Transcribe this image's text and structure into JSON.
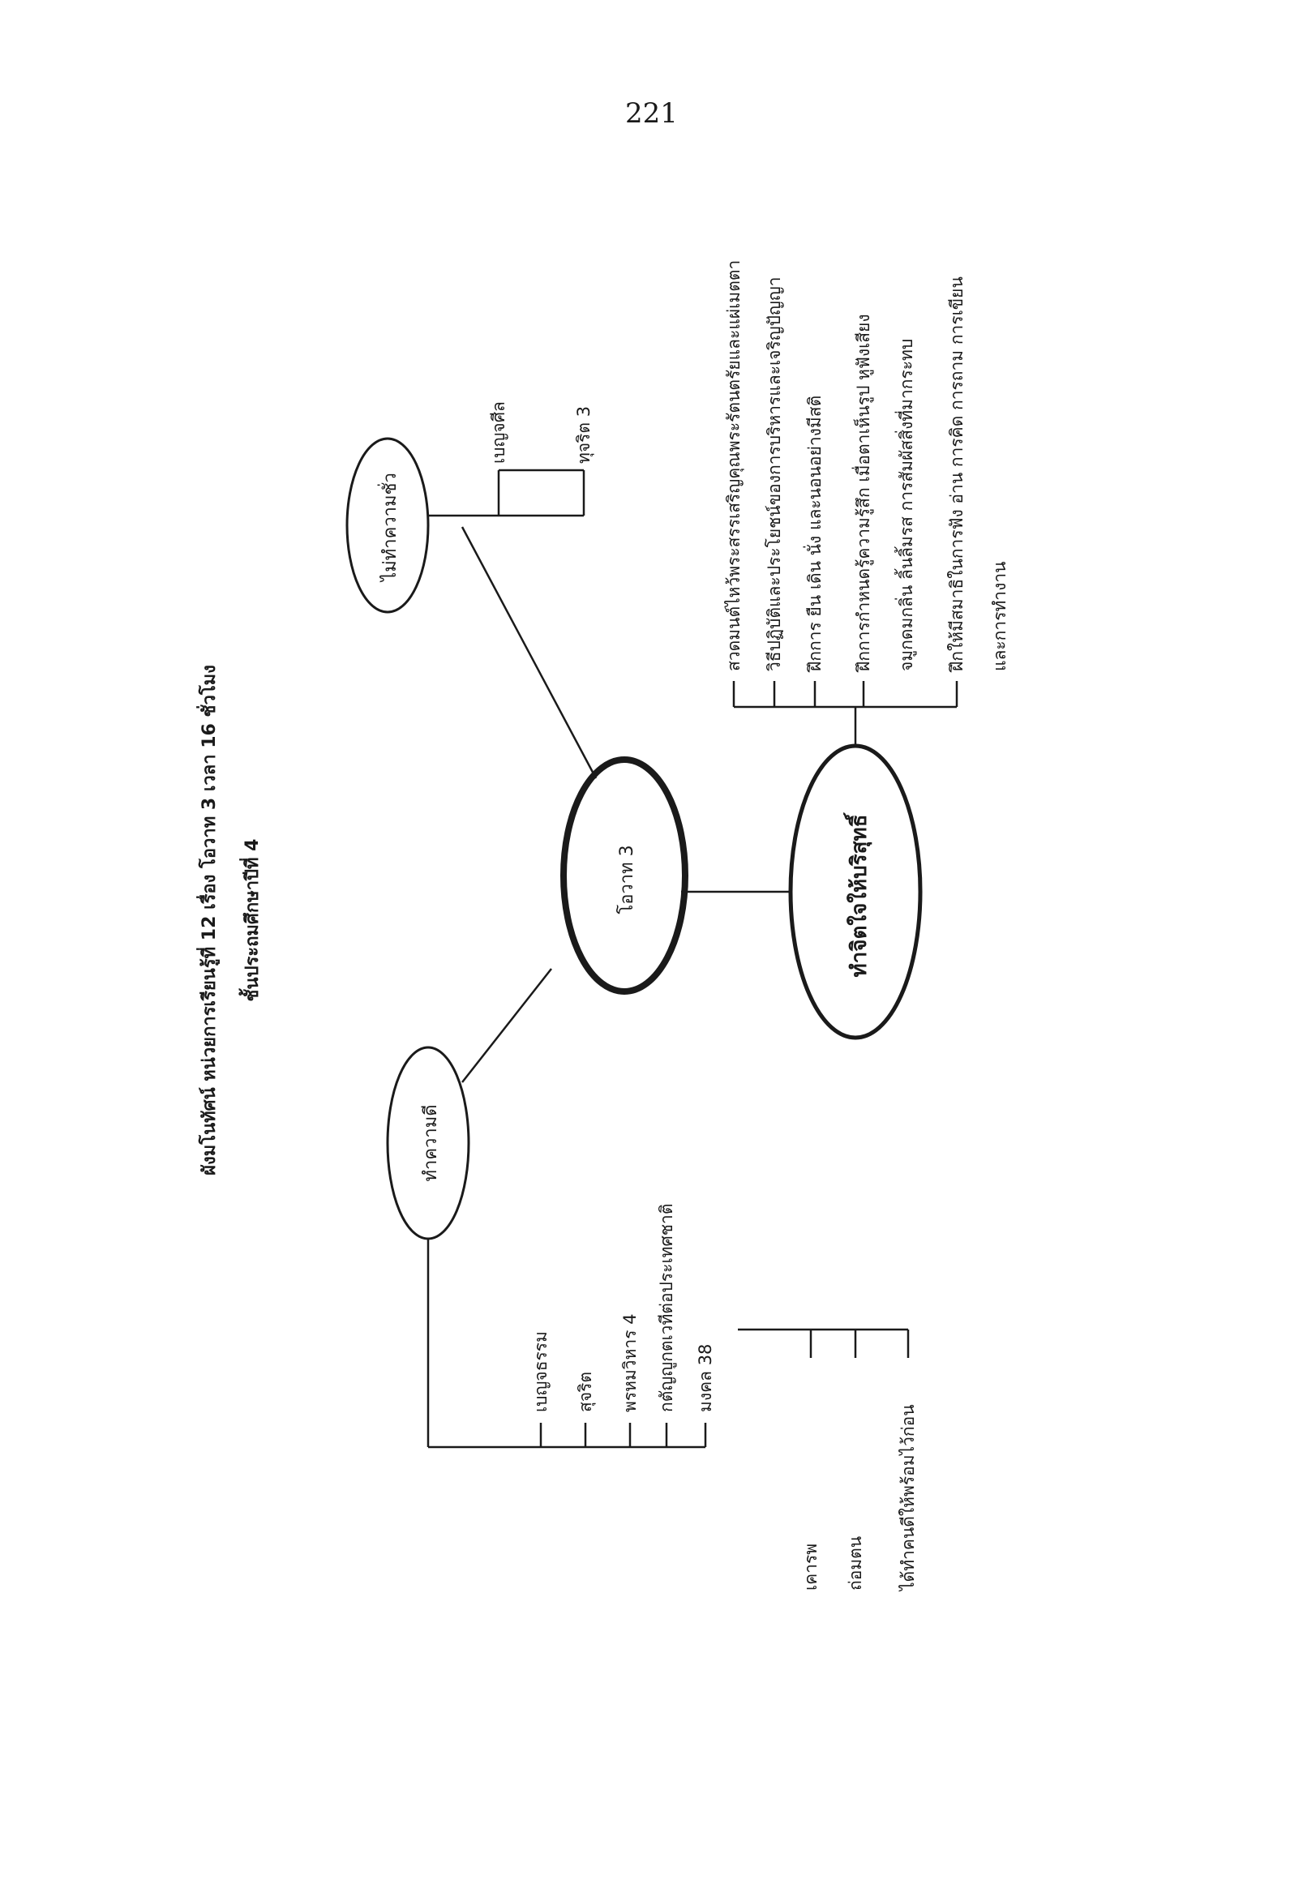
{
  "page_number": "221",
  "title": {
    "line1": "ผังมโนทัศน์ หน่วยการเรียนรู้ที่  12  เรื่อง  โอวาท  3   เวลา  16  ชั่วโมง",
    "line2": "ชั้นประถมศึกษาปีที่  4"
  },
  "center": {
    "label": "โอวาท  3"
  },
  "branch_dont": {
    "label": "ไม่ทำความชั่ว",
    "items": [
      "เบญจศีล",
      "ทุจริต  3"
    ]
  },
  "branch_do": {
    "label": "ทำความดี",
    "items": [
      "เบญจธรรม",
      "สุจริต",
      "พรหมวิหาร  4",
      "กตัญญูกตเวทีต่อประเทศชาติ",
      "มงคล  38"
    ],
    "mongkol_items": [
      "เคารพ",
      "ถ่อมตน",
      "ได้ทำคนดีให้พร้อมไว้ก่อน"
    ]
  },
  "branch_purify": {
    "label": "ทำจิตใจให้บริสุทธิ์",
    "items": [
      "สวดมนต์ไหว้พระสรรเสริญคุณพระรัตนตรัยและแผ่เมตตา",
      "วิธีปฏิบัติและประโยชน์ของการบริหารและเจริญปัญญา",
      "ฝึกการ  ยืน  เดิน  นั่ง  และนอนอย่างมีสติ",
      "ฝึกการกำหนดรู้ความรู้สึก  เมื่อตาเห็นรูป  หูฟังเสียง",
      "จมูกดมกลิ่น  ลิ้นลิ้มรส  การสัมผัสสิ่งที่มากระทบ",
      "ฝึกให้มีสมาธิในการฟัง  อ่าน  การคิด  การถาม  การเขียน",
      "และการทำงาน"
    ]
  }
}
